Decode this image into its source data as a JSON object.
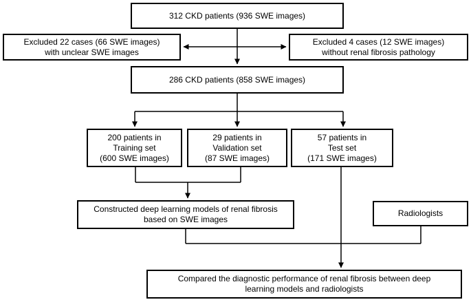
{
  "figure": {
    "type": "patient-flow-diagram",
    "colors": {
      "line": "#000000",
      "box_border": "#000000",
      "background": "#ffffff",
      "text": "#000000"
    }
  },
  "flowchart": {
    "top_box": "312 CKD patients (936 SWE images)",
    "excluded_left": [
      "Excluded 22 cases (66 SWE images)",
      "with unclear SWE images"
    ],
    "excluded_right": [
      "Excluded 4 cases (12 SWE images)",
      "without renal fibrosis pathology"
    ],
    "included_box": "286 CKD patients (858 SWE images)",
    "training": [
      "200 patients in",
      "Training set",
      "(600 SWE images)"
    ],
    "validation": [
      "29 patients in",
      "Validation set",
      "(87 SWE images)"
    ],
    "test": [
      "57 patients in",
      "Test set",
      "(171 SWE images)"
    ],
    "model_box": [
      "Constructed deep learning models of renal fibrosis",
      "based on SWE images"
    ],
    "radiologists_box": "Radiologists",
    "comparison_box": [
      "Compared the diagnostic performance of renal fibrosis between deep",
      "learning models and radiologists"
    ]
  }
}
